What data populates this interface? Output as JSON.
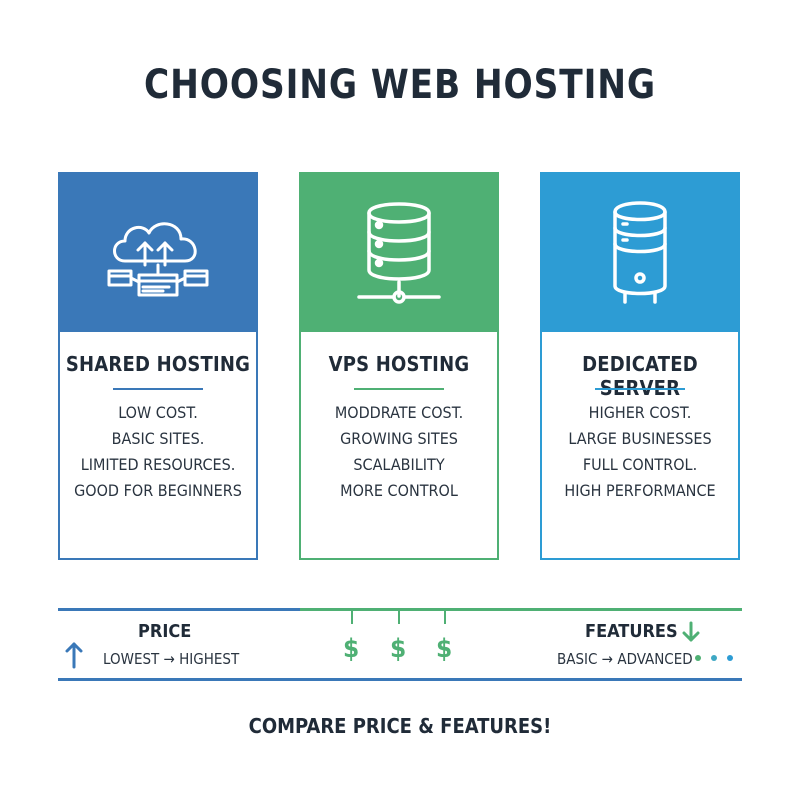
{
  "title": "CHOOSING WEB HOSTING",
  "cards": [
    {
      "name": "SHARED HOSTING",
      "icon": "cloud-servers-icon",
      "color": "#3a78b8",
      "features": [
        "LOW COST.",
        "BASIC SITES.",
        "LIMITED RESOURCES.",
        "GOOD FOR BEGINNERS"
      ]
    },
    {
      "name": "VPS HOSTING",
      "icon": "database-network-icon",
      "color": "#4fb074",
      "features": [
        "MODDRATE COST.",
        "GROWING SITES",
        "SCALABILITY",
        "MORE CONTROL"
      ]
    },
    {
      "name": "DEDICATED SERVER",
      "icon": "server-tower-icon",
      "color": "#2d9cd4",
      "features": [
        "HIGHER COST.",
        "LARGE BUSINESSES",
        "FULL CONTROL.",
        "HIGH PERFORMANCE"
      ]
    }
  ],
  "scale": {
    "price_label": "PRICE",
    "price_range": "LOWEST → HIGHEST",
    "dollar_symbols": [
      "$",
      "$",
      "$"
    ],
    "features_label": "FEATURES",
    "features_range": "BASIC → ADVANCED"
  },
  "cta": "COMPARE PRICE & FEATURES!"
}
